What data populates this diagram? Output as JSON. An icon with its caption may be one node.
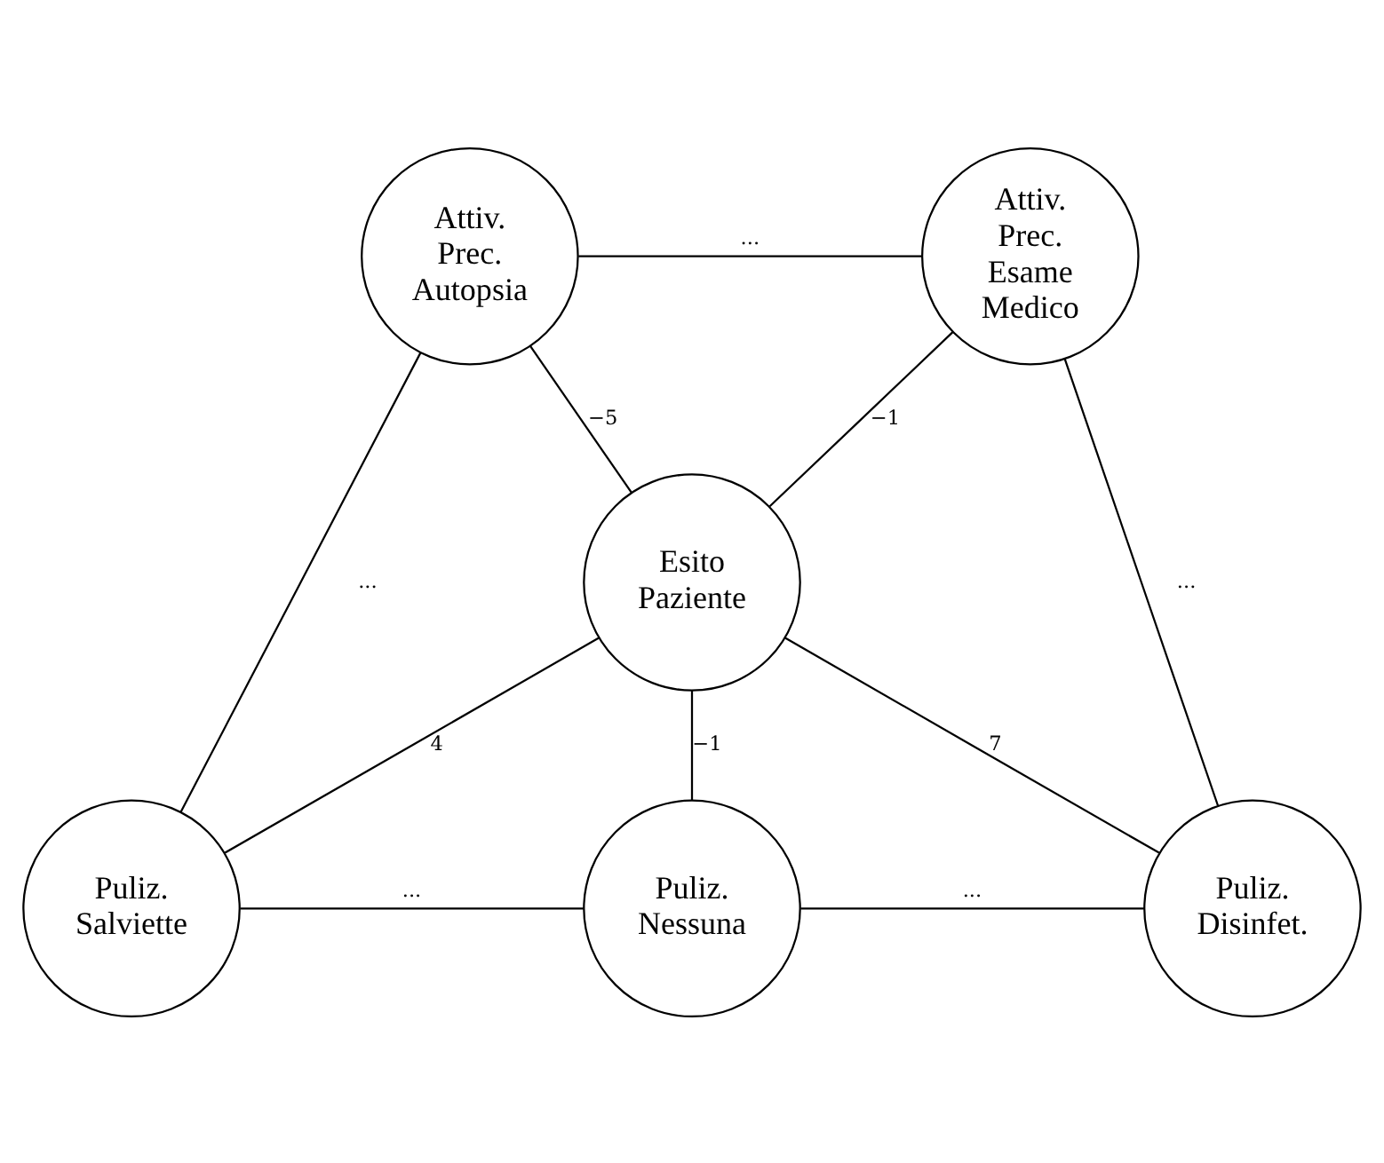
{
  "diagram": {
    "nodes": [
      {
        "text": [
          "Attiv. Prec. Autopsia"
        ]
      },
      {
        "text": [
          "Attiv. Prec. Esame Medico"
        ]
      },
      {
        "text": [
          "Esito Paziente"
        ]
      },
      {
        "text": [
          "Puliz. Salviette"
        ]
      },
      {
        "text": [
          "Puliz. Nessuna"
        ]
      },
      {
        "text": [
          "Puliz. Disinfet."
        ]
      }
    ],
    "edges": [
      {
        "from": 0,
        "to": 1,
        "arrow": "none",
        "label": "..."
      },
      {
        "from": 0,
        "to": 2,
        "arrow": "none",
        "label": "−5"
      },
      {
        "from": 1,
        "to": 2,
        "arrow": "none",
        "label": "−1"
      },
      {
        "from": 0,
        "to": 3,
        "arrow": "none",
        "label": "..."
      },
      {
        "from": 1,
        "to": 5,
        "arrow": "none",
        "label": "..."
      },
      {
        "from": 2,
        "to": 3,
        "arrow": "none",
        "label": "4"
      },
      {
        "from": 2,
        "to": 4,
        "arrow": "none",
        "label": "−1"
      },
      {
        "from": 2,
        "to": 5,
        "arrow": "none",
        "label": "7"
      },
      {
        "from": 3,
        "to": 4,
        "arrow": "none",
        "label": "..."
      },
      {
        "from": 4,
        "to": 5,
        "arrow": "none",
        "label": "..."
      }
    ]
  }
}
